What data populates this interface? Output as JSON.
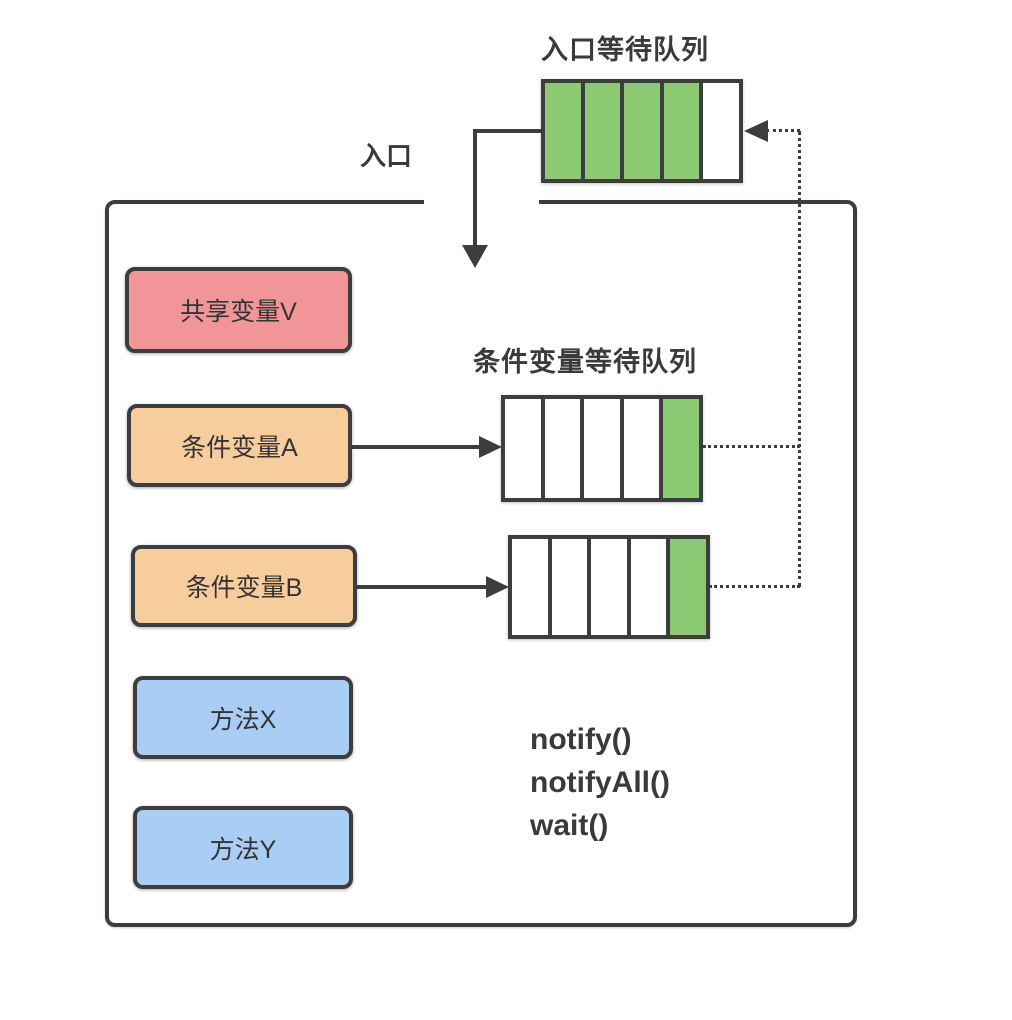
{
  "diagram": {
    "entry_queue": {
      "label": "入口等待队列",
      "cells": [
        "filled",
        "filled",
        "filled",
        "filled",
        "empty"
      ]
    },
    "entry_label": "入口",
    "condition_queue_label": "条件变量等待队列",
    "queue_a": {
      "cells": [
        "empty",
        "empty",
        "empty",
        "empty",
        "filled"
      ]
    },
    "queue_b": {
      "cells": [
        "empty",
        "empty",
        "empty",
        "empty",
        "filled"
      ]
    },
    "boxes": {
      "shared_var": {
        "label": "共享变量V",
        "fill": "#F29599"
      },
      "cond_a": {
        "label": "条件变量A",
        "fill": "#F7CD9E"
      },
      "cond_b": {
        "label": "条件变量B",
        "fill": "#F7CD9E"
      },
      "method_x": {
        "label": "方法X",
        "fill": "#A9CDF5"
      },
      "method_y": {
        "label": "方法Y",
        "fill": "#A9CDF5"
      }
    },
    "methods_text": {
      "line1": "notify()",
      "line2": "notifyAll()",
      "line3": "wait()"
    },
    "colors": {
      "stroke": "#3d3d3d",
      "filled_cell": "#8CCB74",
      "empty_cell": "#FFFFFF",
      "shared_var_fill": "#F29599",
      "condition_fill": "#F7CD9E",
      "method_fill": "#A9CDF5"
    }
  }
}
